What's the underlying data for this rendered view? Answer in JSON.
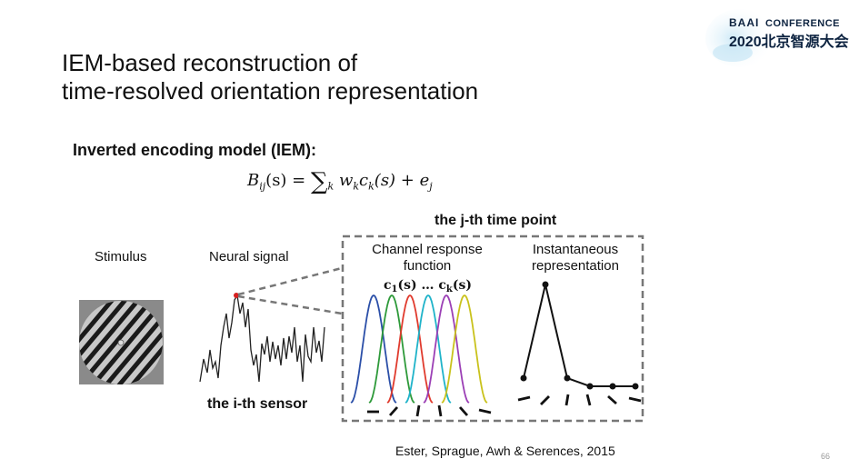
{
  "logo": {
    "baai": "BAAI",
    "conference": "CONFERENCE",
    "event": "2020北京智源大会"
  },
  "title": {
    "line1": "IEM-based reconstruction of",
    "line2": "time-resolved orientation representation"
  },
  "iem_heading": "Inverted encoding model (IEM):",
  "equation": {
    "lhs": "B",
    "lhs_sub": "ij",
    "lhs_arg": "(s) = ",
    "sum": "∑",
    "sum_sub": "k",
    "term": " w",
    "term_sub": "k",
    "term2": "c",
    "term2_sub": "k",
    "term3": "(s) + e",
    "term3_sub": "j"
  },
  "labels": {
    "stimulus": "Stimulus",
    "neural_signal": "Neural signal",
    "sensor": "the i-th sensor",
    "time_point": "the j-th time point",
    "channel_response_line1": "Channel response",
    "channel_response_line2": "function",
    "channel_formula": "c₁(s) … c_k(s)",
    "instantaneous_line1": "Instantaneous",
    "instantaneous_line2": "representation"
  },
  "citation": "Ester, Sprague, Awh & Serences, 2015",
  "page_number": "66",
  "colors": {
    "channel_curves": [
      "#2b4fa8",
      "#2e9a3a",
      "#e03b2e",
      "#1fb3c9",
      "#9b3fb5",
      "#c9c21c"
    ],
    "box_border": "#777777",
    "signal": "#222222",
    "highlight_point": "#d62020"
  }
}
